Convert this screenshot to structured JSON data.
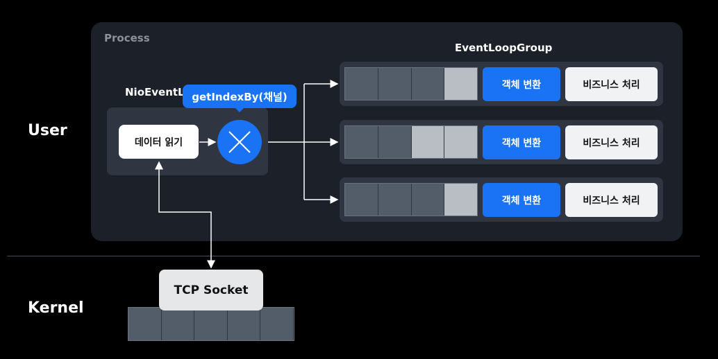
{
  "layers": {
    "user": "User",
    "kernel": "Kernel"
  },
  "process": {
    "label": "Process",
    "nio_event_loop_label": "NioEventL",
    "read_button": "데이터 읽기",
    "selector_tooltip": "getIndexBy(채널)",
    "event_loop_group_label": "EventLoopGroup",
    "rows": [
      {
        "queue_cells": [
          "dark",
          "dark",
          "dark",
          "light"
        ],
        "convert_label": "객체 변환",
        "business_label": "비즈니스 처리"
      },
      {
        "queue_cells": [
          "dark",
          "dark",
          "light",
          "light"
        ],
        "convert_label": "객체 변환",
        "business_label": "비즈니스 처리"
      },
      {
        "queue_cells": [
          "dark",
          "dark",
          "dark",
          "light"
        ],
        "convert_label": "객체 변환",
        "business_label": "비즈니스 처리"
      }
    ]
  },
  "kernel": {
    "socket_label": "TCP Socket",
    "queue_cells": 5
  },
  "colors": {
    "accent": "#1a73f5",
    "panel": "#1c2129",
    "card": "#2f3641",
    "cell_dark": "#535d69",
    "cell_light": "#b9bec5"
  },
  "icons": {
    "selector": "x-cross-icon"
  }
}
